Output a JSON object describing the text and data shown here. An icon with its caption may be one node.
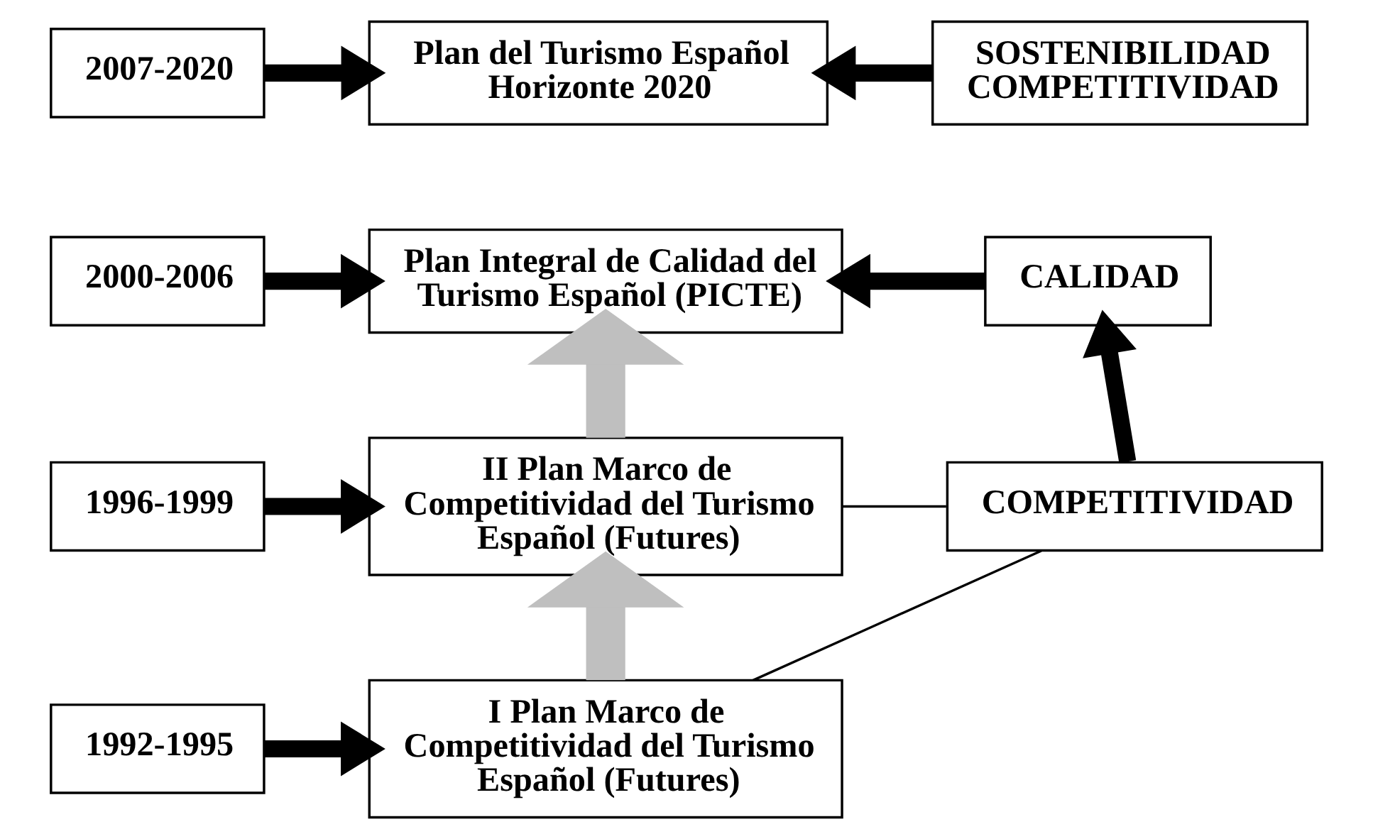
{
  "diagram": {
    "nodes": [
      {
        "text": [
          "2007-2020"
        ]
      },
      {
        "text": [
          "Plan del Turismo Español Horizonte 2020"
        ]
      },
      {
        "text": [
          "SOSTENIBILIDAD COMPETITIVIDAD"
        ]
      },
      {
        "text": [
          "2000-2006"
        ]
      },
      {
        "text": [
          "Plan Integral de Calidad del Turismo Español (PICTE)"
        ]
      },
      {
        "text": [
          "CALIDAD"
        ]
      },
      {
        "text": [
          "1996-1999"
        ]
      },
      {
        "text": [
          "II Plan Marco de Competitividad del Turismo Español (Futures)"
        ]
      },
      {
        "text": [
          "COMPETITIVIDAD"
        ]
      },
      {
        "text": [
          "1992-1995"
        ]
      },
      {
        "text": [
          "I Plan Marco de Competitividad del Turismo Español (Futures)"
        ]
      }
    ],
    "edges": [
      {
        "from": 0,
        "to": 1,
        "arrow": "to"
      },
      {
        "from": 2,
        "to": 1,
        "arrow": "to"
      },
      {
        "from": 3,
        "to": 4,
        "arrow": "to"
      },
      {
        "from": 5,
        "to": 4,
        "arrow": "to"
      },
      {
        "from": 7,
        "to": 4,
        "arrow": "to",
        "style": "thick",
        "color": "#bfbfbf"
      },
      {
        "from": 6,
        "to": 7,
        "arrow": "to"
      },
      {
        "from": 7,
        "to": 8,
        "arrow": "none"
      },
      {
        "from": 10,
        "to": 8,
        "arrow": "none"
      },
      {
        "from": 8,
        "to": 5,
        "arrow": "to"
      },
      {
        "from": 10,
        "to": 7,
        "arrow": "to",
        "style": "thick",
        "color": "#bfbfbf"
      },
      {
        "from": 9,
        "to": 10,
        "arrow": "to"
      }
    ]
  }
}
